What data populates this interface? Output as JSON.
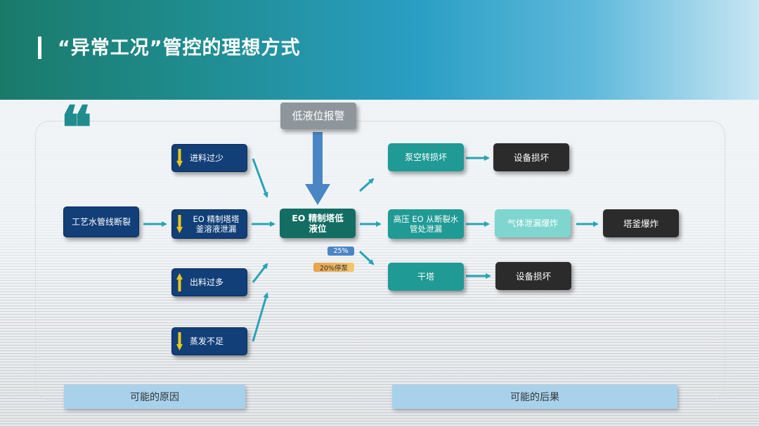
{
  "header": {
    "title": "“异常工况”管控的理想方式"
  },
  "quote_mark": "“",
  "alarm": {
    "label": "低液位报警"
  },
  "causes": {
    "root": "工艺水管线断裂",
    "feed_low": "进料过少",
    "leak": "EO 精制塔塔釜溶液泄漏",
    "output_high": "出料过多",
    "steam_low": "蒸发不足"
  },
  "center": {
    "label": "EO 精制塔低液位"
  },
  "tags": {
    "t1": "25%",
    "t2": "20%停泵"
  },
  "effects": {
    "pump": "泵空转损坏",
    "equip1": "设备损坏",
    "break": "高压 EO 从断裂水管处泄漏",
    "gas": "气体泄漏爆炸",
    "tower": "塔釜爆炸",
    "dry": "干塔",
    "equip2": "设备损坏"
  },
  "footer": {
    "causes_label": "可能的原因",
    "effects_label": "可能的后果"
  },
  "colors": {
    "navy": "#123f78",
    "teal": "#1f9a94",
    "mint": "#7ed6cf",
    "dark": "#2b2b2b",
    "center": "#146d63",
    "arrow": "#2aa3b3",
    "down_indicator": "#e8c81e",
    "alarm_arrow": "#4a86c5"
  }
}
